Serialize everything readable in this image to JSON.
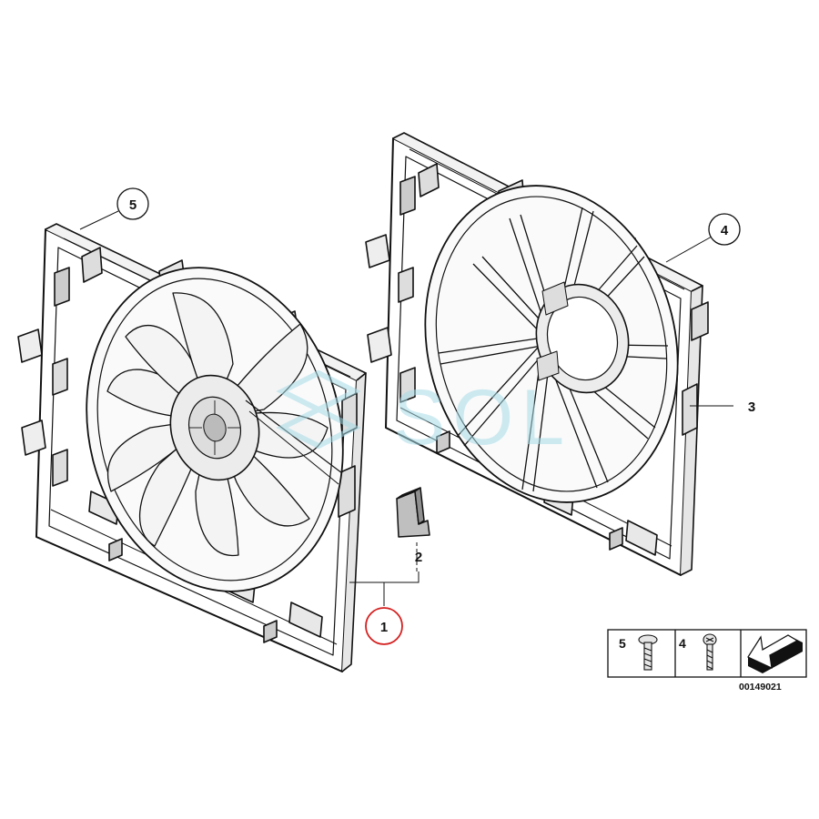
{
  "callouts": [
    {
      "id": "1",
      "label": "1",
      "highlight": true
    },
    {
      "id": "2",
      "label": "2",
      "highlight": false
    },
    {
      "id": "3",
      "label": "3",
      "highlight": false
    },
    {
      "id": "4",
      "label": "4",
      "highlight": false
    },
    {
      "id": "5",
      "label": "5",
      "highlight": false
    }
  ],
  "legend": {
    "screw_5": "5",
    "screw_4": "4",
    "ref_number": "00149021"
  },
  "watermark": {
    "text": "SOL",
    "color": "#a8dce8"
  },
  "colors": {
    "line": "#111111",
    "highlight_ring": "#d42020",
    "frame_fill": "#ffffff",
    "hub_fill": "#ececec",
    "shade": "#d9d9d9"
  }
}
